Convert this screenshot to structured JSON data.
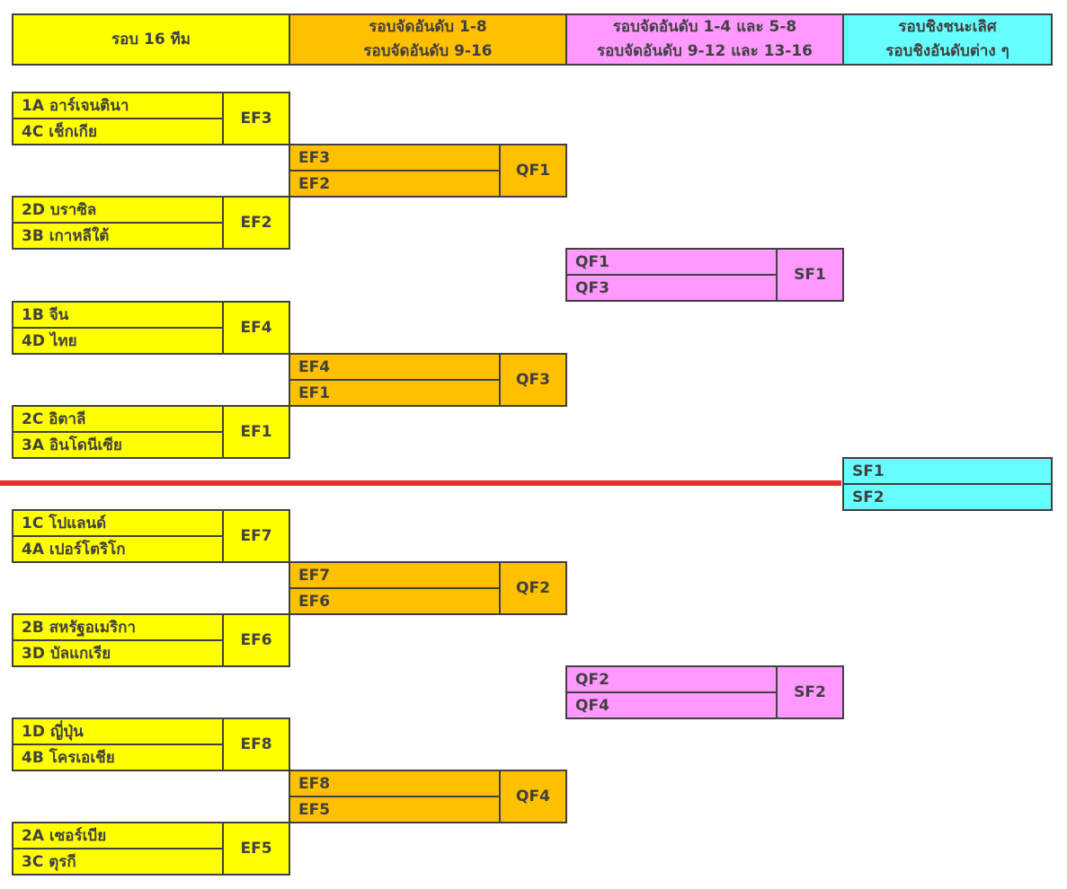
{
  "colors": {
    "round16": "#ffff00",
    "quarter": "#ffc000",
    "semi": "#ff99ff",
    "final": "#66ffff",
    "divider": "#ee2a2a",
    "border": "#404040"
  },
  "headers": [
    {
      "line1": "รอบ 16 ทีม",
      "line2": ""
    },
    {
      "line1": "รอบจัดอันดับ 1-8",
      "line2": "รอบจัดอันดับ 9-16"
    },
    {
      "line1": "รอบจัดอันดับ 1-4 และ 5-8",
      "line2": "รอบจัดอันดับ 9-12 และ 13-16"
    },
    {
      "line1": "รอบชิงชนะเลิศ",
      "line2": "รอบชิงอันดับต่าง ๆ"
    }
  ],
  "round16": [
    {
      "team1": "1A อาร์เจนตินา",
      "team2": "4C เช็กเกีย",
      "result": "EF3"
    },
    {
      "team1": "2D บราซิล",
      "team2": "3B เกาหลีใต้",
      "result": "EF2"
    },
    {
      "team1": "1B จีน",
      "team2": "4D ไทย",
      "result": "EF4"
    },
    {
      "team1": "2C อิตาลี",
      "team2": "3A อินโดนีเซีย",
      "result": "EF1"
    },
    {
      "team1": "1C โปแลนด์",
      "team2": "4A เปอร์โตริโก",
      "result": "EF7"
    },
    {
      "team1": "2B สหรัฐอเมริกา",
      "team2": "3D บัลแกเรีย",
      "result": "EF6"
    },
    {
      "team1": "1D ญี่ปุ่น",
      "team2": "4B โครเอเชีย",
      "result": "EF8"
    },
    {
      "team1": "2A เซอร์เบีย",
      "team2": "3C ตุรกี",
      "result": "EF5"
    }
  ],
  "quarter": [
    {
      "team1": "EF3",
      "team2": "EF2",
      "result": "QF1"
    },
    {
      "team1": "EF4",
      "team2": "EF1",
      "result": "QF3"
    },
    {
      "team1": "EF7",
      "team2": "EF6",
      "result": "QF2"
    },
    {
      "team1": "EF8",
      "team2": "EF5",
      "result": "QF4"
    }
  ],
  "semi": [
    {
      "team1": "QF1",
      "team2": "QF3",
      "result": "SF1"
    },
    {
      "team1": "QF2",
      "team2": "QF4",
      "result": "SF2"
    }
  ],
  "final": {
    "team1": "SF1",
    "team2": "SF2"
  }
}
